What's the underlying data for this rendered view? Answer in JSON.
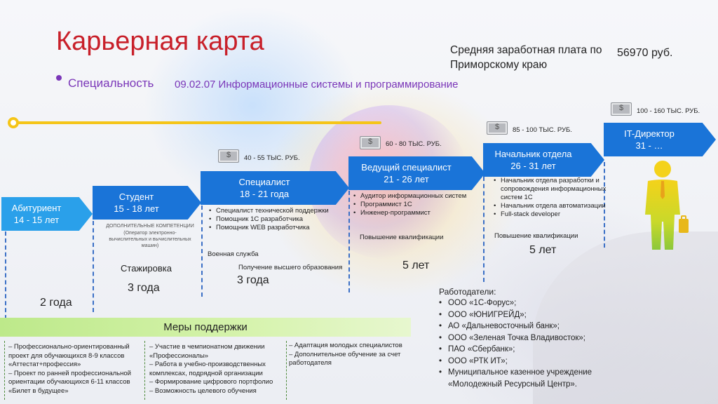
{
  "title": "Карьерная карта",
  "salary": {
    "label": "Средняя заработная плата по Приморскому краю",
    "value": "56970 руб."
  },
  "specialty": {
    "label": "Специальность",
    "value": "09.02.07 Информационные системы и программирование"
  },
  "steps": [
    {
      "title": "Абитуриент",
      "years": "14 - 15 лет"
    },
    {
      "title": "Студент",
      "years": "15 - 18 лет"
    },
    {
      "title": "Специалист",
      "years": "18 - 21 года"
    },
    {
      "title": "Ведущий специалист",
      "years": "21 - 26 лет"
    },
    {
      "title": "Начальник отдела",
      "years": "26 - 31 лет"
    },
    {
      "title": "IT-Директор",
      "years": "31 - …"
    }
  ],
  "salary_ranges": {
    "specialist": "40 - 55 ТЫС. РУБ.",
    "lead": "60 - 80 ТЫС. РУБ.",
    "head": "85 - 100 ТЫС. РУБ.",
    "director": "100 - 160 ТЫС. РУБ."
  },
  "student_notes": {
    "competencies_title": "ДОПОЛНИТЕЛЬНЫЕ КОМПЕТЕНЦИИ",
    "competencies_detail": "(Оператор электронно-вычислительных и вычислительных машин)",
    "internship": "Стажировка"
  },
  "specialist_items": [
    "Специалист технической поддержки",
    "Помощник 1С разработчика",
    "Помощник WEB разработчика"
  ],
  "specialist_notes": {
    "military": "Военная служба",
    "higher_ed": "Получение высшего образования"
  },
  "lead_items": [
    "Аудитор информационных систем",
    "Программист 1С",
    "Инженер-программист"
  ],
  "lead_note": "Повышение квалификации",
  "head_items": [
    "Начальник отдела разработки и сопровождения информационных систем 1С",
    "Начальник отдела автоматизации",
    "Full-stack developer"
  ],
  "head_note": "Повышение квалификации",
  "durations": {
    "applicant": "2 года",
    "student": "3 года",
    "specialist": "3 года",
    "lead": "5 лет",
    "head": "5 лет"
  },
  "support": {
    "title": "Меры поддержки",
    "col1": [
      "– Профессионально-ориентированный проект для обучающихся 8-9 классов «Аттестат+профессия»",
      "– Проект по ранней профессиональной ориентации обучающихся 6-11 классов «Билет в будущее»"
    ],
    "col2": [
      "– Участие в чемпионатном движении «Профессионалы»",
      "– Работа в учебно-производственных комплексах, подрядной организации",
      "– Формирование цифрового портфолио",
      "– Возможность целевого обучения"
    ],
    "col3": [
      "– Адаптация молодых специалистов",
      "– Дополнительное обучение за счет работодателя"
    ]
  },
  "employers": {
    "title": "Работодатели:",
    "items": [
      "ООО «1С-Форус»;",
      "ООО «ЮНИГРЕЙД»;",
      "АО «Дальневосточный банк»;",
      "ООО «Зеленая Точка Владивосток»;",
      "ПАО «Сбербанк»;",
      "ООО «РТК ИТ»;",
      "Муниципальное казенное учреждение"
    ],
    "last_line": "«Молодежный Ресурсный Центр»."
  },
  "colors": {
    "arrow": "#1a74d8",
    "arrow_first": "#2aa0ea",
    "title": "#c8202a",
    "specialty": "#7a36b8",
    "timeline": "#f5c518",
    "support_bar": "#bde98a"
  },
  "icons": {
    "money": "money-bill-icon",
    "person": "businessman-icon"
  }
}
